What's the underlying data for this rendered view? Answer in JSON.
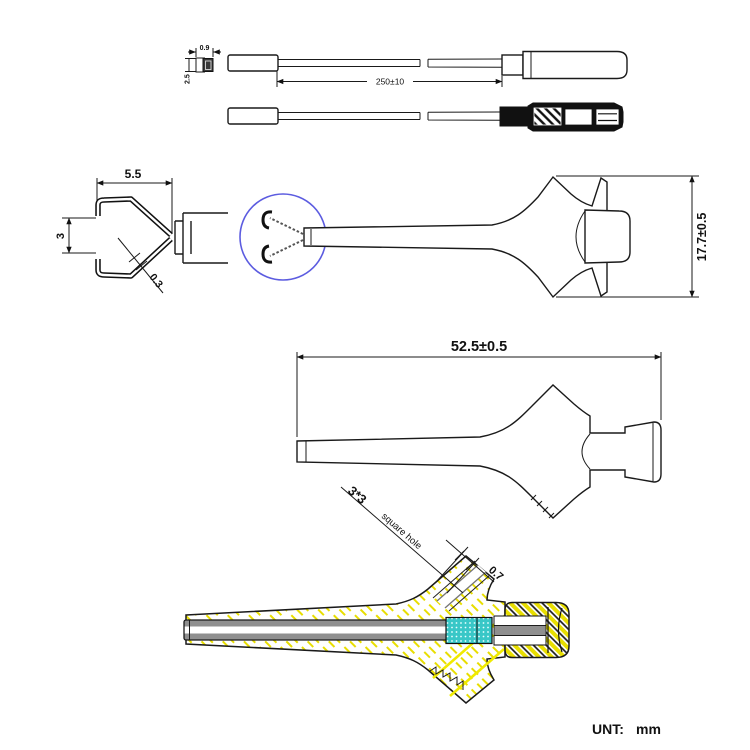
{
  "drawing": {
    "views": {
      "top_side_view": "probe-side-view",
      "section_view": "probe-section-view",
      "hook_detail": "hook-tip-detail",
      "body_side": "grabber-body-side",
      "body_large": "grabber-body-large",
      "colored_section": "grabber-colored-section"
    },
    "dims": {
      "tip_width": "0.9",
      "tip_height": "2.5",
      "cable_length": "250±10",
      "hook_depth": "5.5",
      "hook_opening": "3",
      "hook_wire": "0.3",
      "head_height": "17.7±0.5",
      "head_length": "52.5±0.5",
      "square_hole_size": "3*3",
      "square_hole_note": "square hole",
      "hole_wall": "0.7"
    },
    "unit": {
      "label": "UNT:",
      "value": "mm"
    },
    "colors": {
      "highlight_circle": "#5c5ce0",
      "hatch_yellow": "#e8de00",
      "accent_yellow": "#f0ea00",
      "spring_teal": "#38c7c7",
      "tube_gray": "#8f8f8f",
      "line_black": "#1a1a1a"
    }
  }
}
